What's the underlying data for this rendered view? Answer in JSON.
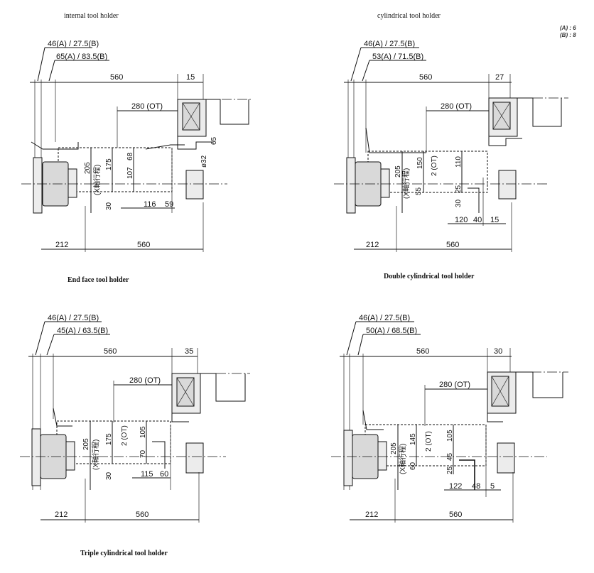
{
  "captions": {
    "internal": "internal tool holder",
    "cylindrical": "cylindrical  tool holder",
    "end_face": "End face tool holder",
    "double_cylindrical": "Double cylindrical tool holder",
    "triple_cylindrical": "Triple cylindrical tool holder"
  },
  "legend": {
    "a": "(A) : 6",
    "b": "(B) : 8"
  },
  "panel_internal": {
    "leader1": "46(A) / 27.5(B)",
    "leader2": "65(A) / 83.5(B)",
    "top_560": "560",
    "top_right": "15",
    "ot": "280 (OT)",
    "v205": "205",
    "v_stroke": "(X軸行程)",
    "v175": "175",
    "v107": "107",
    "v68": "68",
    "v65": "65",
    "v_dia": "ø32",
    "v30": "30",
    "h116": "116",
    "h59": "59",
    "bottom_212": "212",
    "bottom_560": "560"
  },
  "panel_cylindrical": {
    "leader1": "46(A) / 27.5(B)",
    "leader2": "53(A) / 71.5(B)",
    "top_560": "560",
    "top_right": "27",
    "ot": "280 (OT)",
    "v205": "205",
    "v_stroke": "(X軸行程)",
    "v150": "150",
    "v2ot": "2 (OT)",
    "v110": "110",
    "v55": "55",
    "v25": "25",
    "v30": "30",
    "h120": "120",
    "h40": "40",
    "h15": "15",
    "bottom_212": "212",
    "bottom_560": "560"
  },
  "panel_end_face": {
    "leader1": "46(A) / 27.5(B)",
    "leader2": "45(A) / 63.5(B)",
    "top_560": "560",
    "top_right": "35",
    "ot": "280 (OT)",
    "v205": "205",
    "v_stroke": "(X軸行程)",
    "v175": "175",
    "v2ot": "2 (OT)",
    "v105": "105",
    "v70": "70",
    "v30": "30",
    "h115": "115",
    "h60": "60",
    "bottom_212": "212",
    "bottom_560": "560"
  },
  "panel_double": {
    "leader1": "46(A) / 27.5(B)",
    "leader2": "50(A) / 68.5(B)",
    "top_560": "560",
    "top_right": "30",
    "ot": "280 (OT)",
    "v205": "205",
    "v_stroke": "(X軸行程)",
    "v145": "145",
    "v60": "60",
    "v2ot": "2 (OT)",
    "v105": "105",
    "v45": "45",
    "v25": "25",
    "h122": "122",
    "h48": "48",
    "h5": "5",
    "bottom_212": "212",
    "bottom_560": "560"
  }
}
